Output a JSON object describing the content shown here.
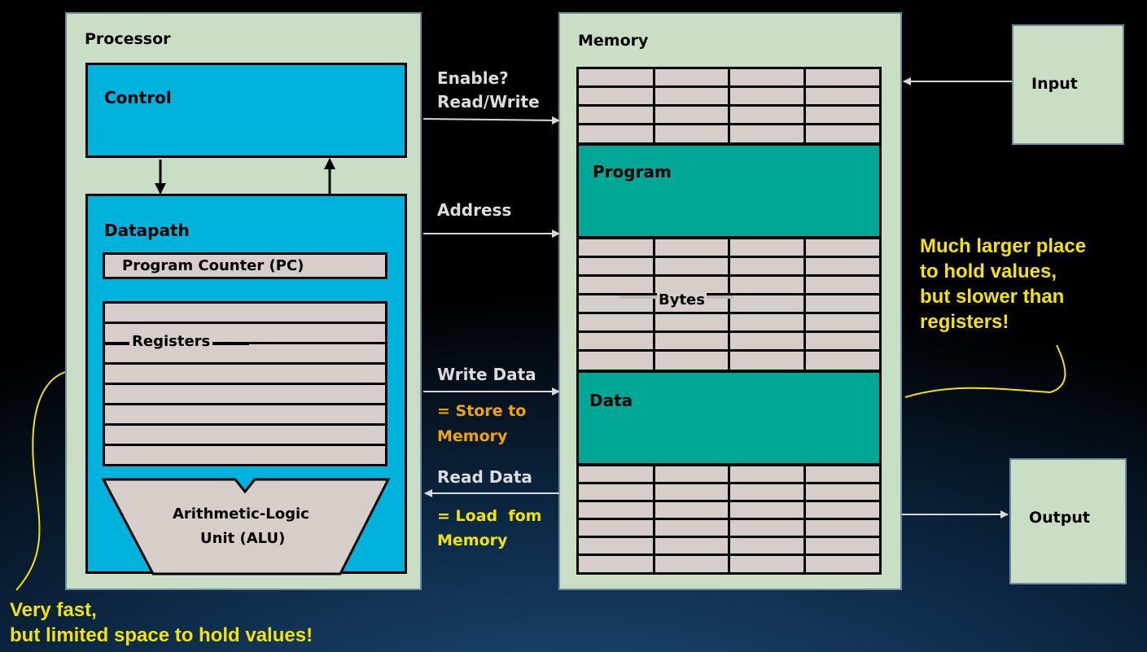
{
  "processor": {
    "title": "Processor",
    "control": "Control",
    "datapath": "Datapath",
    "pc": "Program Counter (PC)",
    "registers": "Registers",
    "alu_line1": "Arithmetic-Logic",
    "alu_line2": "Unit (ALU)"
  },
  "memory": {
    "title": "Memory",
    "program": "Program",
    "bytes": "Bytes",
    "data": "Data"
  },
  "io": {
    "input": "Input",
    "output": "Output"
  },
  "buses": {
    "enable": "Enable?",
    "read_write": "Read/Write",
    "address": "Address",
    "write_data": "Write Data",
    "store_1": "= Store to",
    "store_2": "Memory",
    "read_data": "Read Data",
    "load_1": "= Load  fom",
    "load_2": "Memory"
  },
  "annotations": {
    "memory_note": [
      "Much larger place",
      "to hold values,",
      "but slower than",
      "registers!"
    ],
    "register_note": [
      "Very fast,",
      "but limited space to hold values!"
    ]
  },
  "colors": {
    "panel": "#cadec6",
    "control": "#00b2dc",
    "memory_region": "#00a796",
    "cell": "#d7cdc9",
    "annotation": "#f4e20c",
    "bus_note": "#f4a400"
  }
}
